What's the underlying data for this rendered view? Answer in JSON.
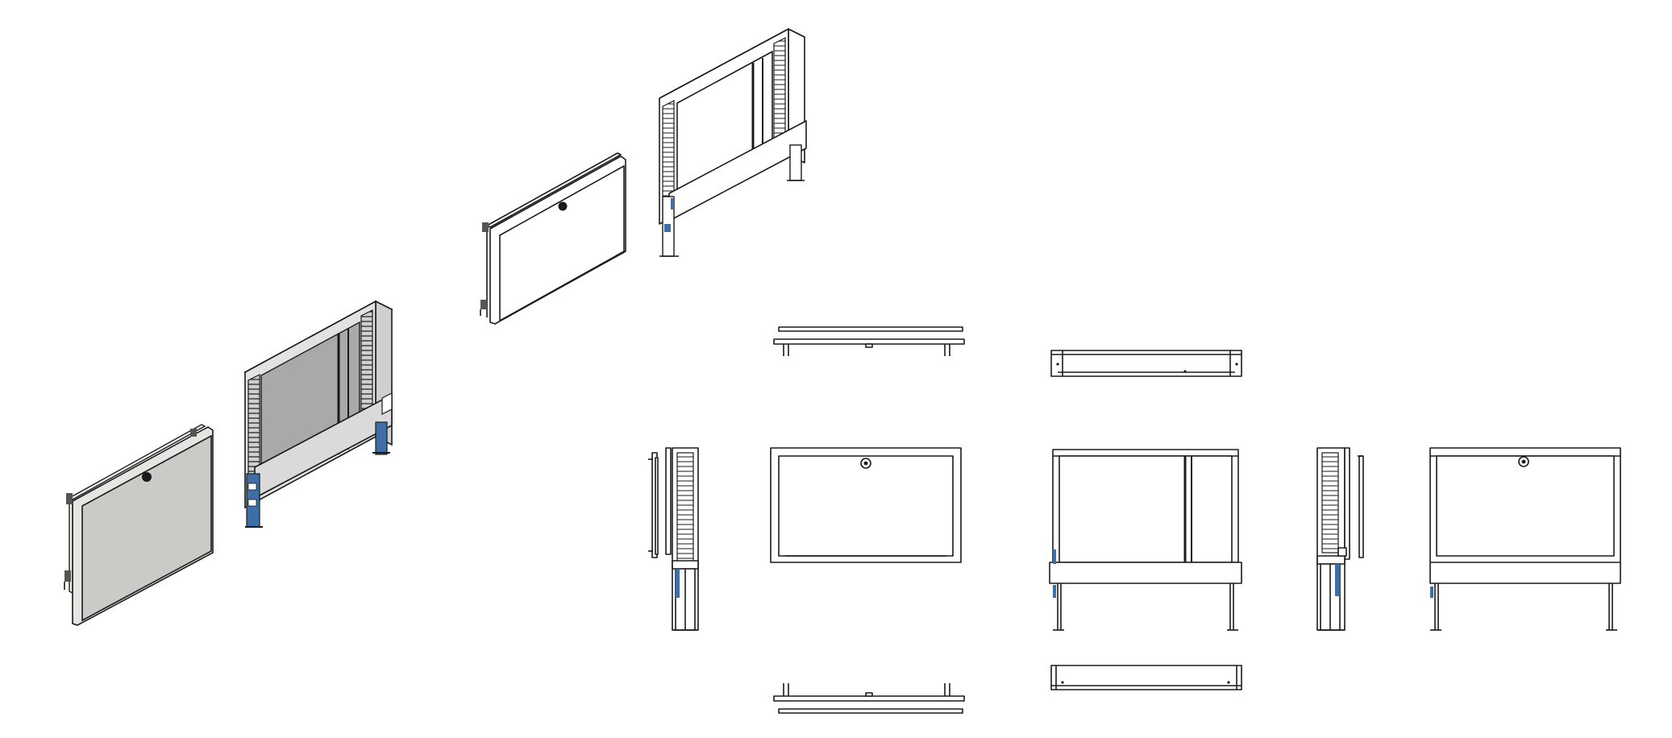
{
  "colors": {
    "background": "#ffffff",
    "line": "#1a1a1a",
    "door_shaded": "#c9ccc6",
    "back_panel_shaded": "#a9a9a9",
    "frame_shaded": "#dcdcdc",
    "bracket_blue": "#3d6ea8"
  },
  "views": [
    "isometric-shaded-door",
    "isometric-shaded-box",
    "isometric-line-door",
    "isometric-line-box",
    "top-view-door",
    "top-view-box",
    "left-view-door",
    "left-view-box",
    "front-view-door",
    "front-view-box-open",
    "right-view-box",
    "right-view-door",
    "front-view-box-closed",
    "bottom-view-door",
    "bottom-view-box"
  ]
}
